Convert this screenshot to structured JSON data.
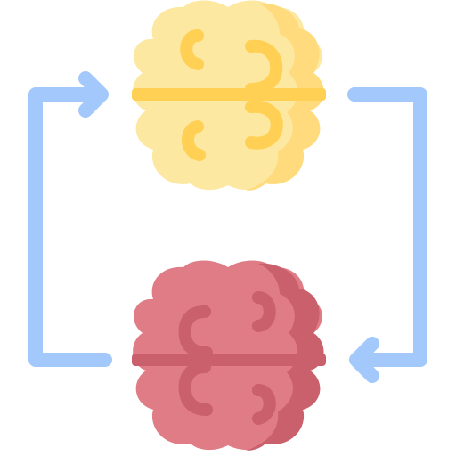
{
  "icon": {
    "name": "brain-exchange-cycle",
    "elements": [
      "top-brain-icon",
      "bottom-brain-icon",
      "right-arrow-left-side",
      "left-arrow-right-side"
    ]
  },
  "colors": {
    "background": "#ffffff",
    "top_brain_main": "#fce8a0",
    "top_brain_shade": "#ffdb7d",
    "top_brain_detail": "#ffd054",
    "bottom_brain_main": "#e07c85",
    "bottom_brain_shade": "#c9606b",
    "bottom_brain_detail": "#c9606b",
    "arrow": "#a3c8fb"
  }
}
